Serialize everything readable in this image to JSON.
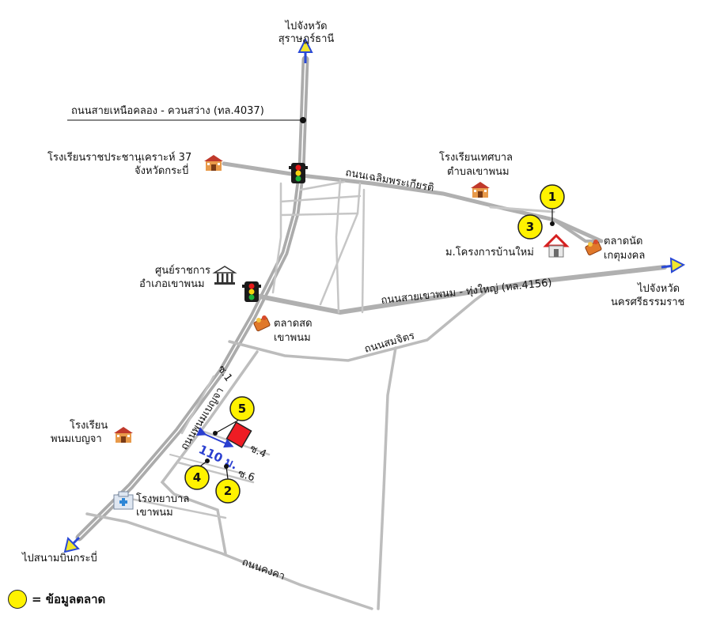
{
  "destinations": {
    "north_line1": "ไปจังหวัด",
    "north_line2": "สุราษฎร์ธานี",
    "east_line1": "ไปจังหวัด",
    "east_line2": "นครศรีธรรมราช",
    "southwest": "ไปสนามบินกระบี่"
  },
  "roads": {
    "highway_4037": "ถนนสายเหนือคลอง - ควนสว่าง (ทล.4037)",
    "chaloem": "ถนนเฉลิมพระเกียรติ",
    "highway_4156": "ถนนสายเขาพนม - ทุ่งใหญ่ (ทล.4156)",
    "somjit": "ถนนสมจิตร",
    "phanom_benja": "ถนนพนมเบญจา",
    "khongkha": "ถนนคงคา",
    "soi1": "ซ.1",
    "soi4": "ซ.4",
    "soi6": "ซ.6"
  },
  "places": {
    "school_rajaprachanukroh_line1": "โรงเรียนราชประชานุเคราะห์ 37",
    "school_rajaprachanukroh_line2": "จังหวัดกระบี่",
    "school_municipal_line1": "โรงเรียนเทศบาล",
    "school_municipal_line2": "ตำบลเขาพนม",
    "government_center_line1": "ศูนย์ราชการ",
    "government_center_line2": "อำเภอเขาพนม",
    "project_home": "ม.โครงการบ้านใหม่",
    "market_kasetmongkol_line1": "ตลาดนัด",
    "market_kasetmongkol_line2": "เกตุมงคล",
    "market_fresh_line1": "ตลาดสด",
    "market_fresh_line2": "เขาพนม",
    "school_phanombenja_line1": "โรงเรียน",
    "school_phanombenja_line2": "พนมเบญจา",
    "hospital_line1": "โรงพยาบาล",
    "hospital_line2": "เขาพนม"
  },
  "distance": "110 ม.",
  "markers": [
    "1",
    "2",
    "3",
    "4",
    "5"
  ],
  "legend": {
    "text": "= ข้อมูลตลาด",
    "color": "#fff200"
  },
  "colors": {
    "road": "#b3b3b3",
    "road_light": "#cfcfcf",
    "arrow": "#2a49d6",
    "arrow_tip": "#f1e62c",
    "target": "#ee1c24"
  },
  "icons": [
    "school-icon",
    "government-icon",
    "house-icon",
    "market-icon",
    "hospital-icon",
    "traffic-light-icon"
  ]
}
